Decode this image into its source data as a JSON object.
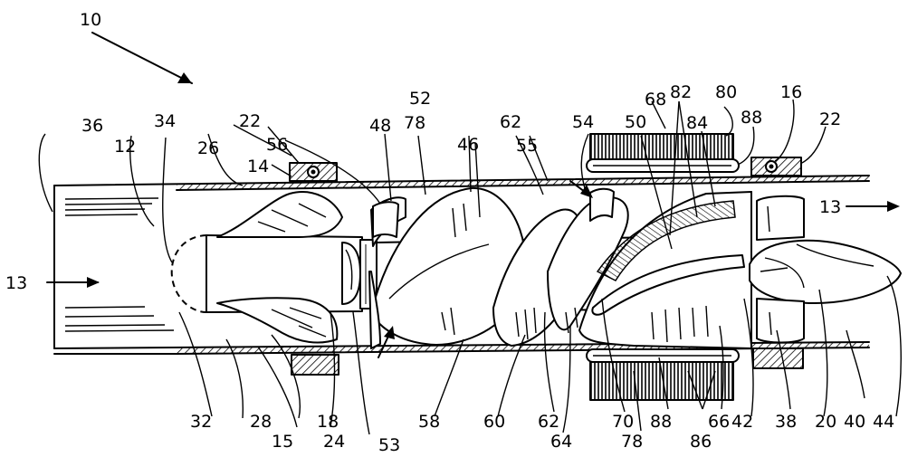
{
  "figure": {
    "reference_numerals": [
      "10",
      "12",
      "13",
      "13",
      "14",
      "15",
      "16",
      "18",
      "20",
      "22",
      "22",
      "24",
      "26",
      "28",
      "32",
      "34",
      "36",
      "38",
      "40",
      "42",
      "44",
      "46",
      "48",
      "50",
      "52",
      "53",
      "54",
      "55",
      "56",
      "58",
      "60",
      "62",
      "62",
      "64",
      "66",
      "68",
      "70",
      "78",
      "78",
      "80",
      "82",
      "84",
      "86",
      "88",
      "88"
    ]
  }
}
